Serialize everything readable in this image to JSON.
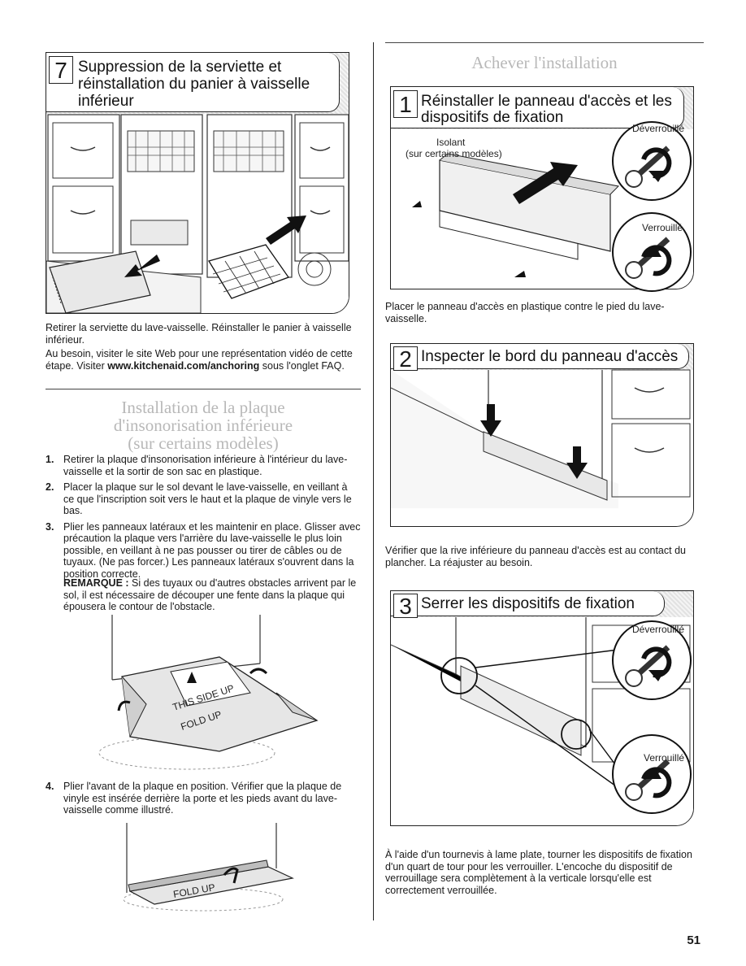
{
  "step7": {
    "number": "7",
    "title_line1": "Suppression de la serviette et",
    "title_line2": "réinstallation du panier à vaisselle",
    "title_line3": "inférieur"
  },
  "step7_text": {
    "p1": "Retirer la serviette du lave-vaisselle. Réinstaller le panier à vaisselle inférieur.",
    "p2_a": "Au besoin, visiter le site Web pour une représentation vidéo de cette étape. Visiter ",
    "p2_link": "www.kitchenaid.com/anchoring",
    "p2_b": " sous l'onglet FAQ."
  },
  "insulation_section": {
    "title_line1": "Installation de la plaque",
    "title_line2": "d'insonorisation inférieure",
    "title_line3": "(sur certains modèles)",
    "items": [
      {
        "num": "1.",
        "text": "Retirer la plaque d'insonorisation inférieure à l'intérieur du lave-vaisselle et la sortir de son sac en plastique."
      },
      {
        "num": "2.",
        "text": "Placer la plaque sur le sol devant le lave-vaisselle, en veillant à ce que l'inscription soit vers le haut et la plaque de vinyle vers le bas."
      },
      {
        "num": "3.",
        "text": "Plier les panneaux latéraux et les maintenir en place. Glisser avec précaution la plaque vers l'arrière du lave-vaisselle le plus loin possible, en veillant à ne pas pousser ou tirer de câbles ou de tuyaux. (Ne pas forcer.) Les panneaux latéraux s'ouvrent dans la position correcte."
      }
    ],
    "note_label": "REMARQUE :",
    "note_text": " Si des tuyaux ou d'autres obstacles arrivent par le sol, il est nécessaire de découper une fente dans la plaque qui épousera le contour de l'obstacle.",
    "item4": {
      "num": "4.",
      "text": "Plier l'avant de la plaque en position. Vérifier que la plaque de vinyle est insérée derrière la porte et les pieds avant du lave-vaisselle comme illustré."
    },
    "pad_label1": "THIS SIDE UP",
    "pad_label2": "FOLD UP",
    "pad_label3": "FOLD UP"
  },
  "finish_section": {
    "title": "Achever l'installation"
  },
  "fstep1": {
    "number": "1",
    "title_line1": "Réinstaller le panneau d'accès et les",
    "title_line2": "dispositifs de fixation",
    "label_insulation": "Isolant",
    "label_some_models": "(sur certains modèles)",
    "label_unlock": "Déverrouillé",
    "label_lock": "Verrouillé",
    "text": "Placer le panneau d'accès en plastique contre le pied du lave-vaisselle."
  },
  "fstep2": {
    "number": "2",
    "title": "Inspecter le bord du panneau d'accès",
    "text": "Vérifier que la rive inférieure du panneau d'accès est au contact du plancher. La réajuster au besoin."
  },
  "fstep3": {
    "number": "3",
    "title": "Serrer les dispositifs de fixation",
    "label_unlock": "Déverrouillé",
    "label_lock": "Verrouillé",
    "text": "À l'aide d'un tournevis à lame plate, tourner les dispositifs de fixation d'un quart de tour pour les verrouiller. L'encoche du dispositif de verrouillage sera complètement à la verticale lorsqu'elle est correctement verrouillée."
  },
  "page_number": "51"
}
